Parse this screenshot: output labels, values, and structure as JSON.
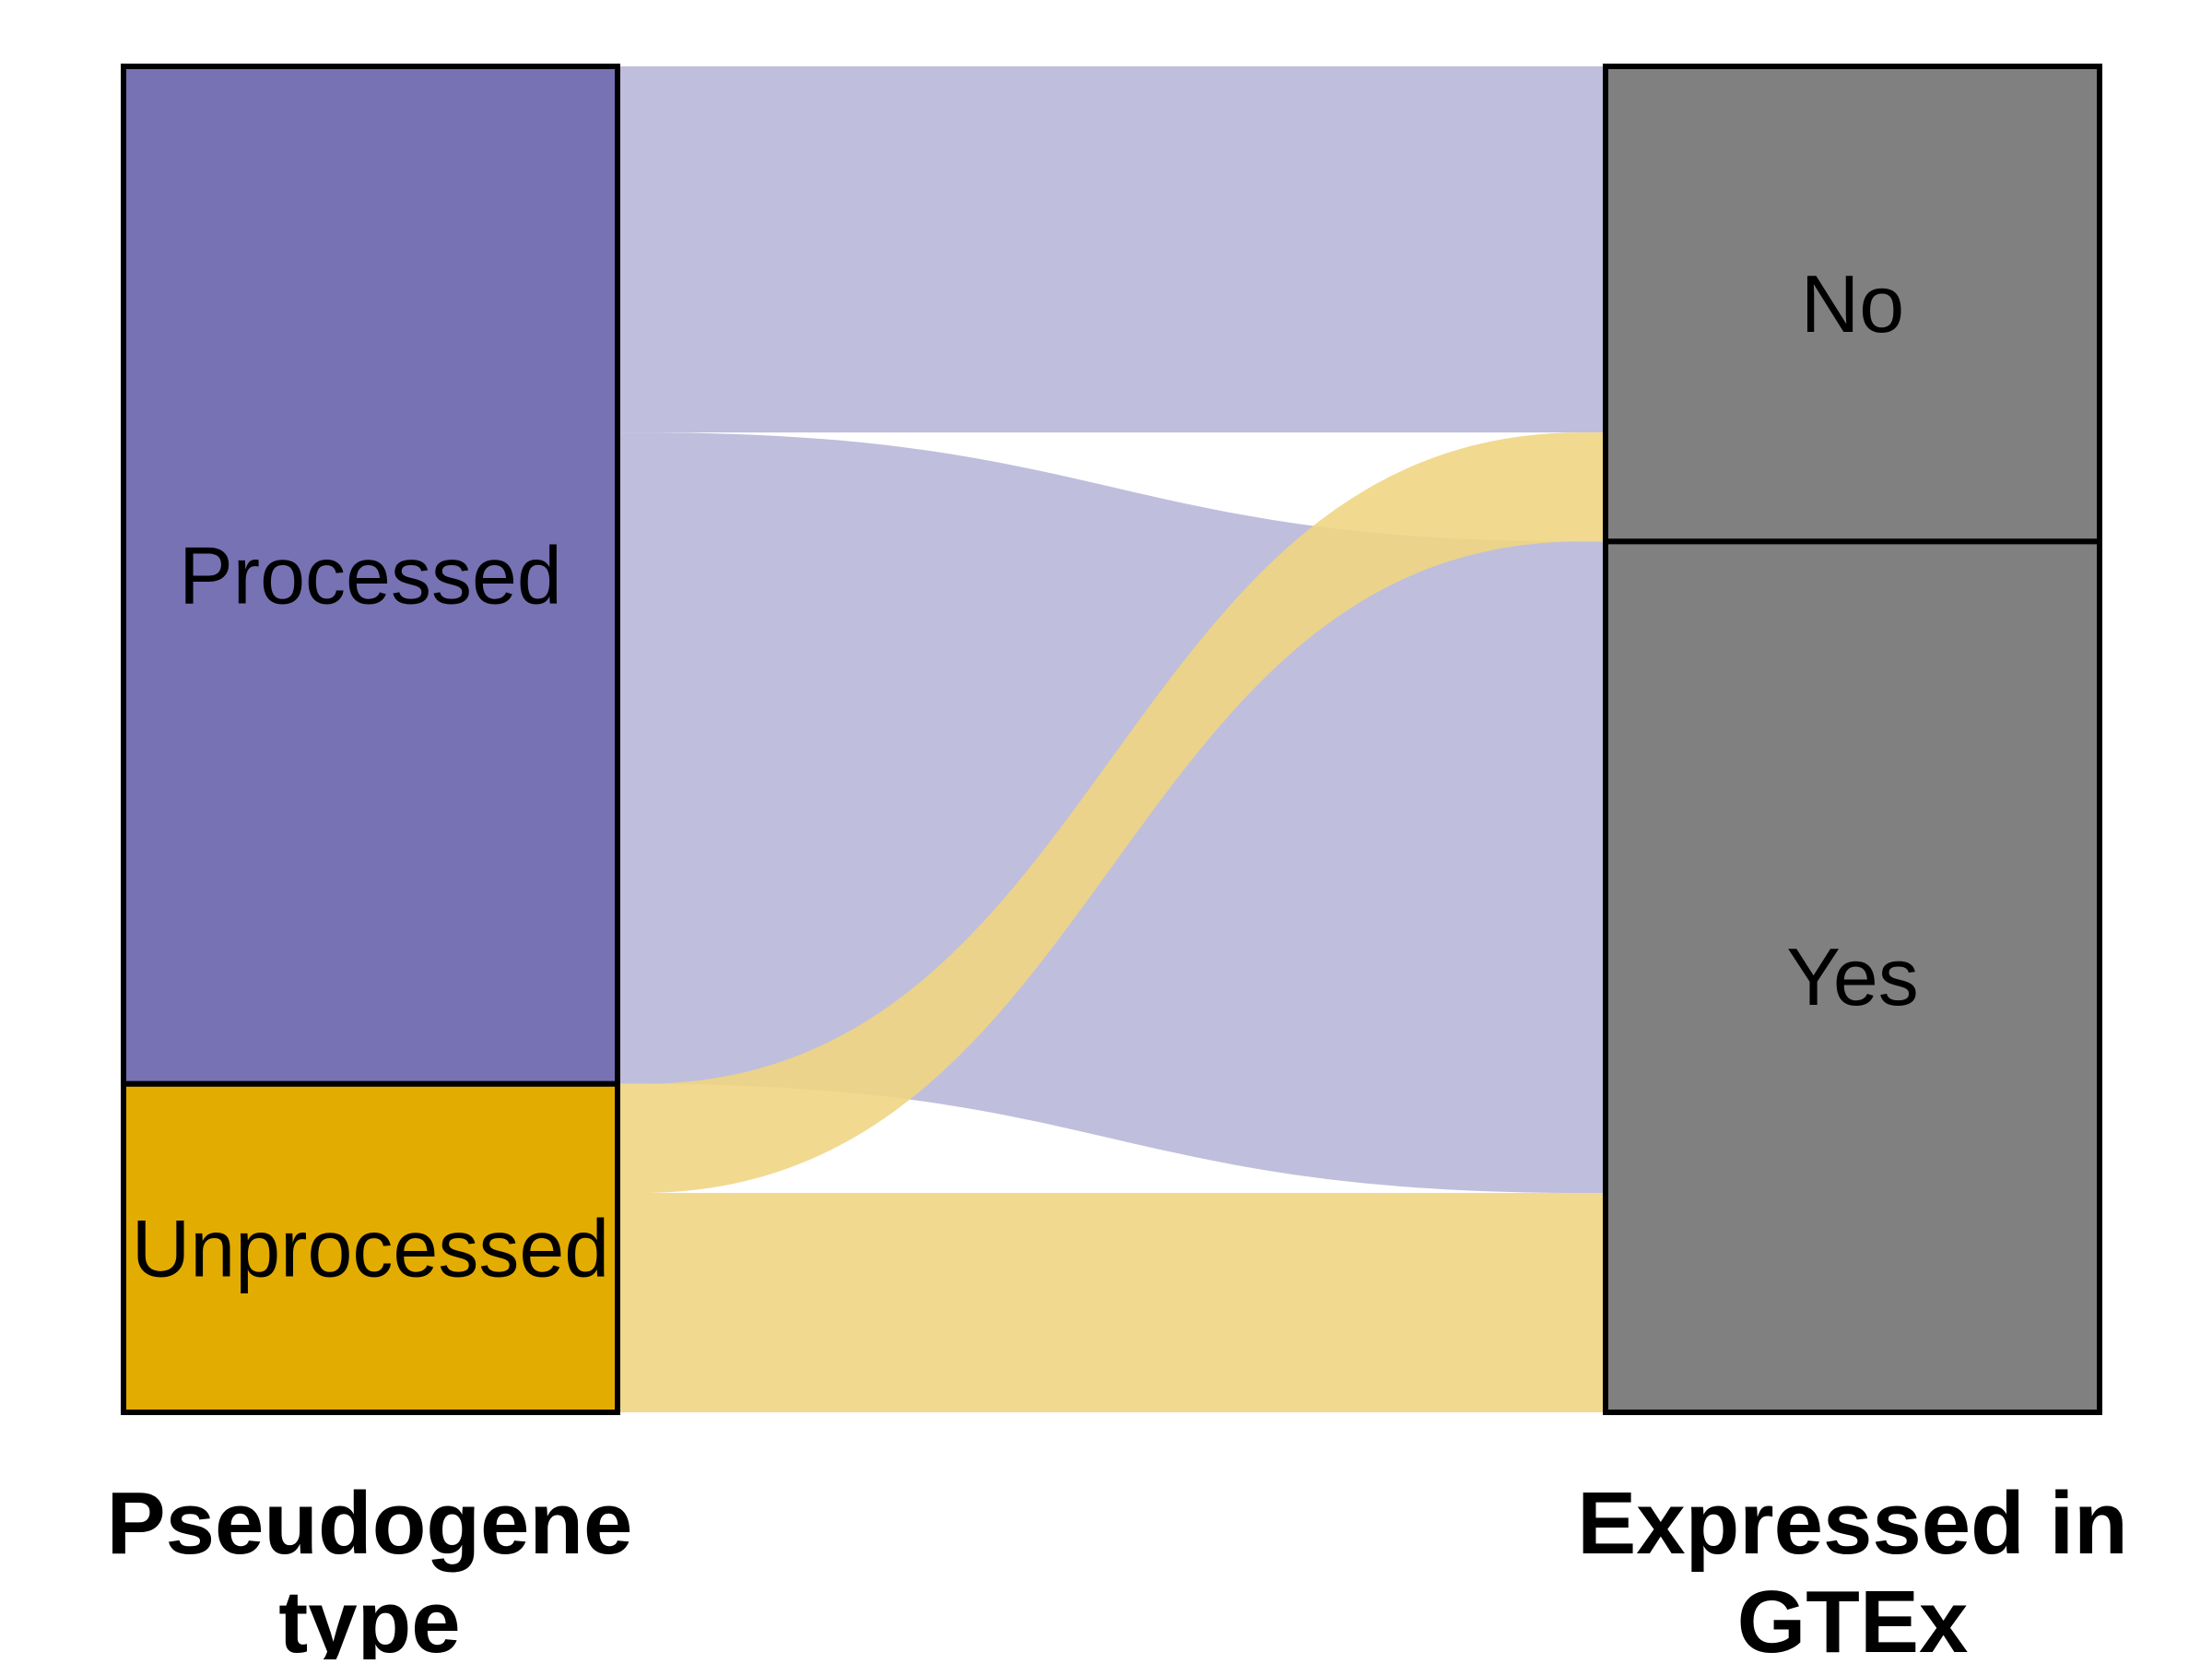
{
  "chart_data": {
    "type": "alluvial",
    "axes": [
      {
        "label_lines": [
          "Pseudogene",
          "type"
        ]
      },
      {
        "label_lines": [
          "Expressed in",
          "GTEx"
        ]
      }
    ],
    "left_nodes": [
      {
        "id": "processed",
        "label": "Processed",
        "value": 0.756,
        "color": "#7672B3"
      },
      {
        "id": "unprocessed",
        "label": "Unprocessed",
        "value": 0.244,
        "color": "#E3AC01"
      }
    ],
    "right_nodes": [
      {
        "id": "no",
        "label": "No",
        "value": 0.353,
        "color": "#808080"
      },
      {
        "id": "yes",
        "label": "Yes",
        "value": 0.647,
        "color": "#808080"
      }
    ],
    "flows": [
      {
        "from": "processed",
        "to": "no",
        "value": 0.272,
        "color": "#B8B7D8"
      },
      {
        "from": "processed",
        "to": "yes",
        "value": 0.484,
        "color": "#B8B7D8"
      },
      {
        "from": "unprocessed",
        "to": "no",
        "value": 0.081,
        "color": "#F0D583"
      },
      {
        "from": "unprocessed",
        "to": "yes",
        "value": 0.163,
        "color": "#F0D583"
      }
    ]
  }
}
